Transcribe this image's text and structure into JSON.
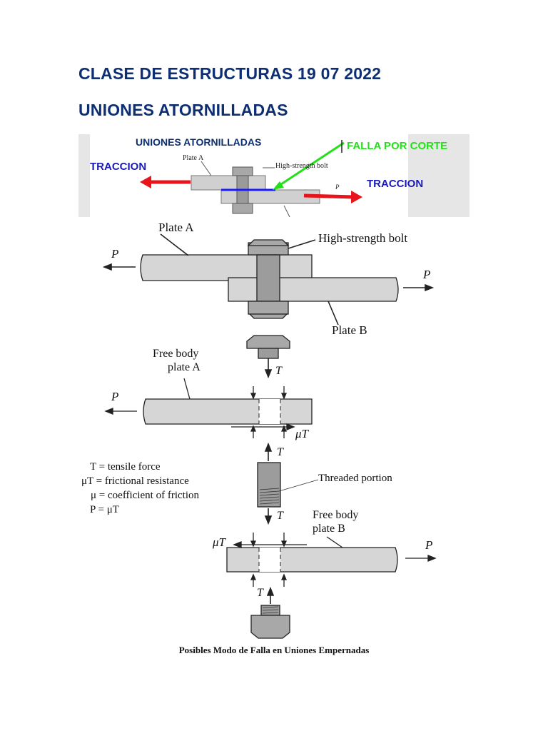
{
  "header": {
    "title_1": "CLASE DE ESTRUCTURAS 19 07 2022",
    "title_2": "UNIONES ATORNILLADAS"
  },
  "banner": {
    "heading": "UNIONES ATORNILLADAS",
    "falla": "FALLA POR CORTE",
    "traccion_left": "TRACCION",
    "traccion_right": "TRACCION",
    "plate_a": "Plate A",
    "bolt": "High-strength bolt",
    "p": "P",
    "colors": {
      "navy": "#0d2f72",
      "red": "#e8141c",
      "green": "#23e01a",
      "blue": "#1a1aff"
    }
  },
  "figure": {
    "plate_a": "Plate A",
    "bolt": "High-strength bolt",
    "plate_b": "Plate B",
    "p": "P",
    "t": "T",
    "mu_t": "μT",
    "free_body_a_1": "Free body",
    "free_body_a_2": "plate A",
    "free_body_b_1": "Free body",
    "free_body_b_2": "plate B",
    "threaded": "Threaded portion",
    "legend": [
      "T = tensile force",
      "μT = frictional resistance",
      "μ = coefficient of friction",
      "P = μT"
    ]
  },
  "caption": "Posibles Modo de Falla en Uniones Empernadas"
}
